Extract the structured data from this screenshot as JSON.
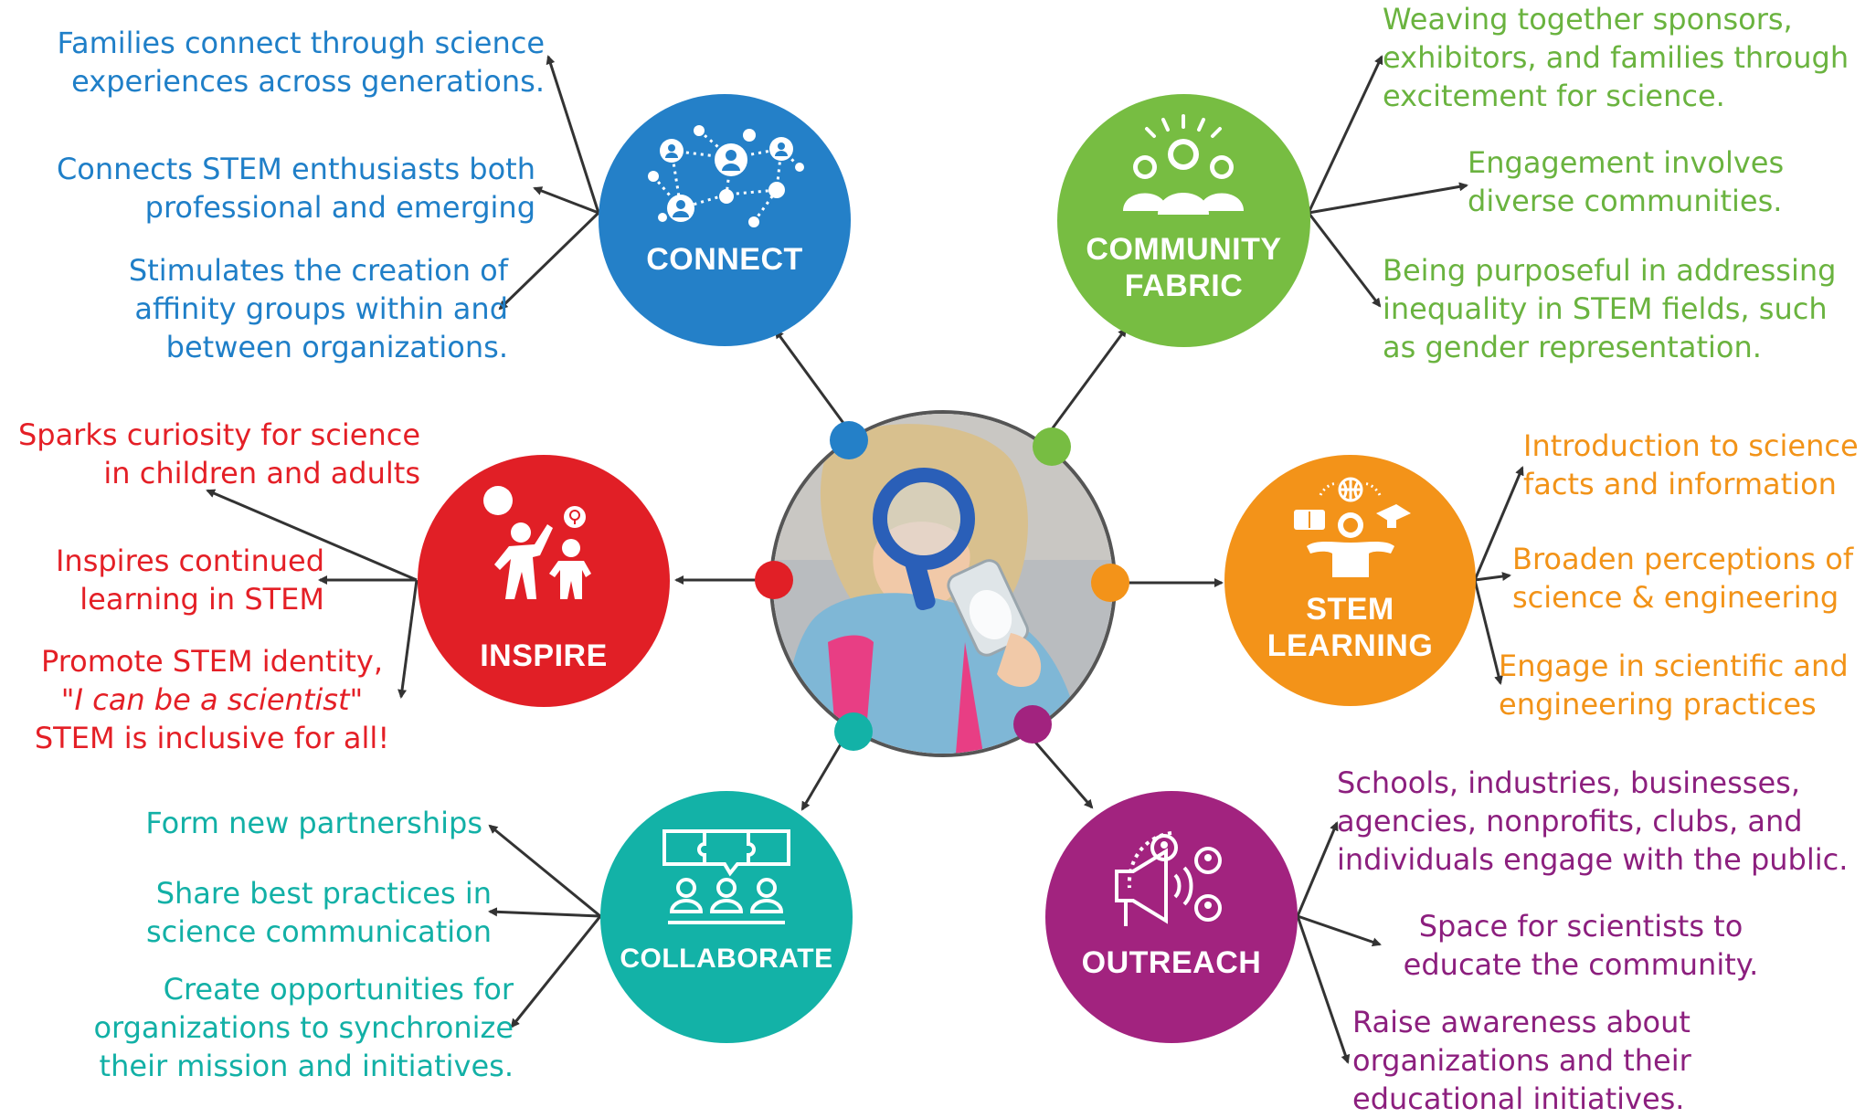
{
  "colors": {
    "connect": "#2480c8",
    "community": "#77bd42",
    "stem": "#f39319",
    "inspire": "#e11f26",
    "collaborate": "#13b2a7",
    "outreach": "#a2237f",
    "arrow": "#333333"
  },
  "hubs": {
    "connect": {
      "label": "CONNECT",
      "icon": "network-people-icon"
    },
    "community": {
      "line1": "COMMUNITY",
      "line2": "FABRIC",
      "icon": "community-group-icon"
    },
    "stem": {
      "line1": "STEM",
      "line2": "LEARNING",
      "icon": "stem-learner-icon"
    },
    "inspire": {
      "label": "INSPIRE",
      "icon": "inspired-people-icon"
    },
    "collaborate": {
      "label": "COLLABORATE",
      "icon": "puzzle-chat-icon"
    },
    "outreach": {
      "label": "OUTREACH",
      "icon": "megaphone-icon"
    }
  },
  "photo": {
    "icon": "child-magnifying-glass-photo"
  },
  "connect_notes": [
    [
      "Families connect through science",
      "experiences across generations."
    ],
    [
      "Connects STEM enthusiasts both",
      "professional and emerging"
    ],
    [
      "Stimulates the creation of",
      "affinity groups within and",
      "between organizations."
    ]
  ],
  "community_notes": [
    [
      "Weaving together sponsors,",
      "exhibitors, and families through",
      "excitement for science."
    ],
    [
      "Engagement involves",
      "diverse communities."
    ],
    [
      "Being purposeful in addressing",
      "inequality in STEM fields, such",
      "as gender representation."
    ]
  ],
  "stem_notes": [
    [
      "Introduction to science",
      "facts and information"
    ],
    [
      "Broaden perceptions of",
      "science & engineering"
    ],
    [
      "Engage in scientific and",
      "engineering practices"
    ]
  ],
  "inspire_notes": [
    [
      "Sparks curiosity for science",
      "in children and adults"
    ],
    [
      "Inspires continued",
      "learning in STEM"
    ],
    [
      "Promote STEM identity,",
      "\"I can be a scientist\"",
      "STEM is inclusive for all!"
    ]
  ],
  "collaborate_notes": [
    [
      "Form new partnerships"
    ],
    [
      "Share best practices in",
      "science communication"
    ],
    [
      "Create opportunities for",
      "organizations to synchronize",
      "their mission and initiatives."
    ]
  ],
  "outreach_notes": [
    [
      "Schools, industries, businesses,",
      "agencies, nonprofits, clubs, and",
      "individuals engage with the public."
    ],
    [
      "Space for scientists to",
      "educate the community."
    ],
    [
      "Raise awareness about",
      "organizations and their",
      "educational initiatives."
    ]
  ]
}
